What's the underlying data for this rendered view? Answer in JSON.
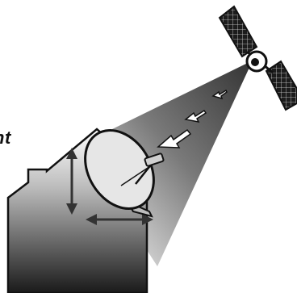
{
  "diagram": {
    "caption_fragment": "nt",
    "elements": {
      "satellite": "satellite-icon",
      "beam": "signal-beam",
      "dish": "satellite-dish",
      "house": "house-silhouette",
      "vertical_adjust": "vertical-adjustment-arrow",
      "horizontal_adjust": "horizontal-adjustment-arrow"
    },
    "colors": {
      "ink": "#111111",
      "beam_dark": "#3a3a3a",
      "house_top": "#ffffff",
      "house_bottom": "#1a1a1a",
      "dish_fill": "#e6e6e6"
    }
  }
}
